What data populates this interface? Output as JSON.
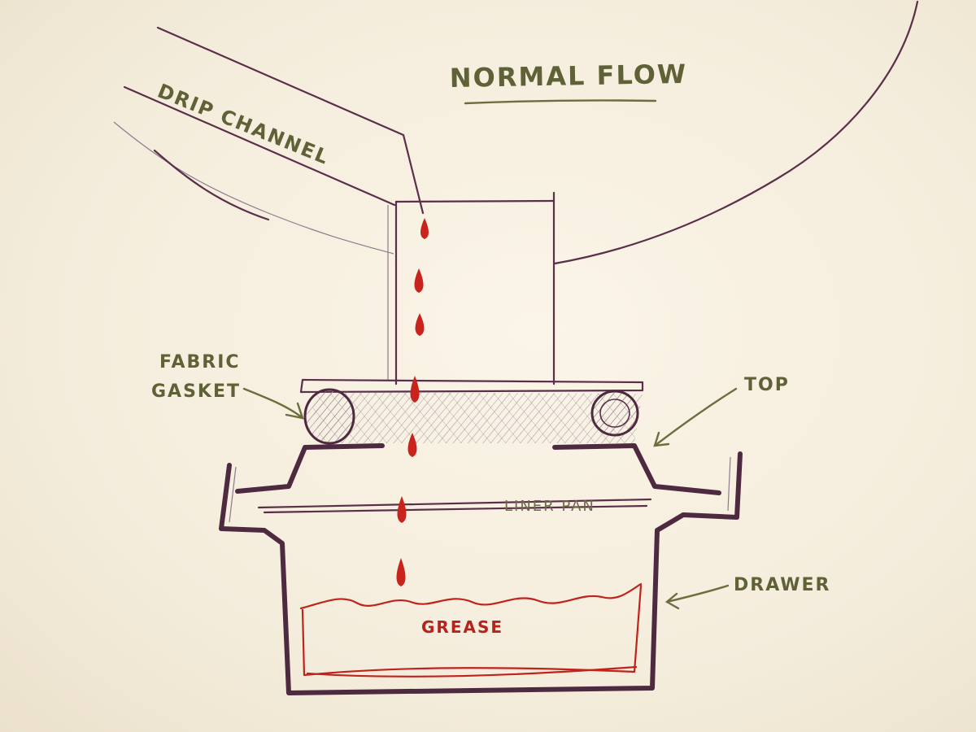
{
  "title": "NORMAL FLOW",
  "labels": {
    "drip_channel": "DRIP CHANNEL",
    "fabric_gasket_line1": "FABRIC",
    "fabric_gasket_line2": "GASKET",
    "top": "TOP",
    "liner_pan": "LINER PAN",
    "drawer": "DRAWER",
    "grease": "GREASE"
  },
  "colors": {
    "paper": "#f6efdf",
    "pencil": "#5a2f49",
    "olive_ink": "#6d6e3e",
    "grease_red": "#c0221c"
  },
  "grease_drop_count": 7
}
